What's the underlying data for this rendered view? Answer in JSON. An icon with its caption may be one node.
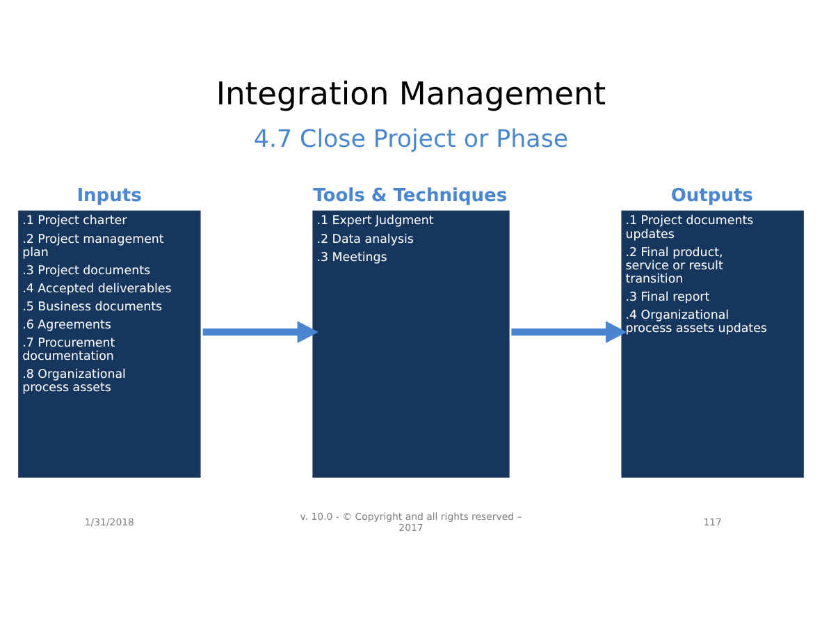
{
  "diagram": {
    "title": "Integration Management",
    "nodes": [
      {
        "text": [
          "Inputs",
          ".1 Project charter",
          ".2 Project management plan",
          ".3 Project documents",
          ".4 Accepted deliverables",
          ".5 Business documents",
          ".6 Agreements",
          ".7 Procurement documentation",
          ".8 Organizational process assets"
        ]
      },
      {
        "text": [
          "Tools & Techniques",
          ".1 Expert Judgment",
          ".2 Data analysis",
          ".3 Meetings"
        ]
      },
      {
        "text": [
          "Outputs",
          ".1 Project documents updates",
          ".2 Final product, service or result transition",
          ".3 Final report",
          ".4 Organizational process assets updates"
        ]
      }
    ],
    "edges": [
      {
        "from": 0,
        "to": 1,
        "arrow": "to"
      },
      {
        "from": 1,
        "to": 2,
        "arrow": "to"
      }
    ],
    "labels": [
      "4.7 Close Project or Phase",
      "1/31/2018",
      "v. 10.0 - © Copyright and all rights reserved – 2017",
      "117"
    ]
  }
}
